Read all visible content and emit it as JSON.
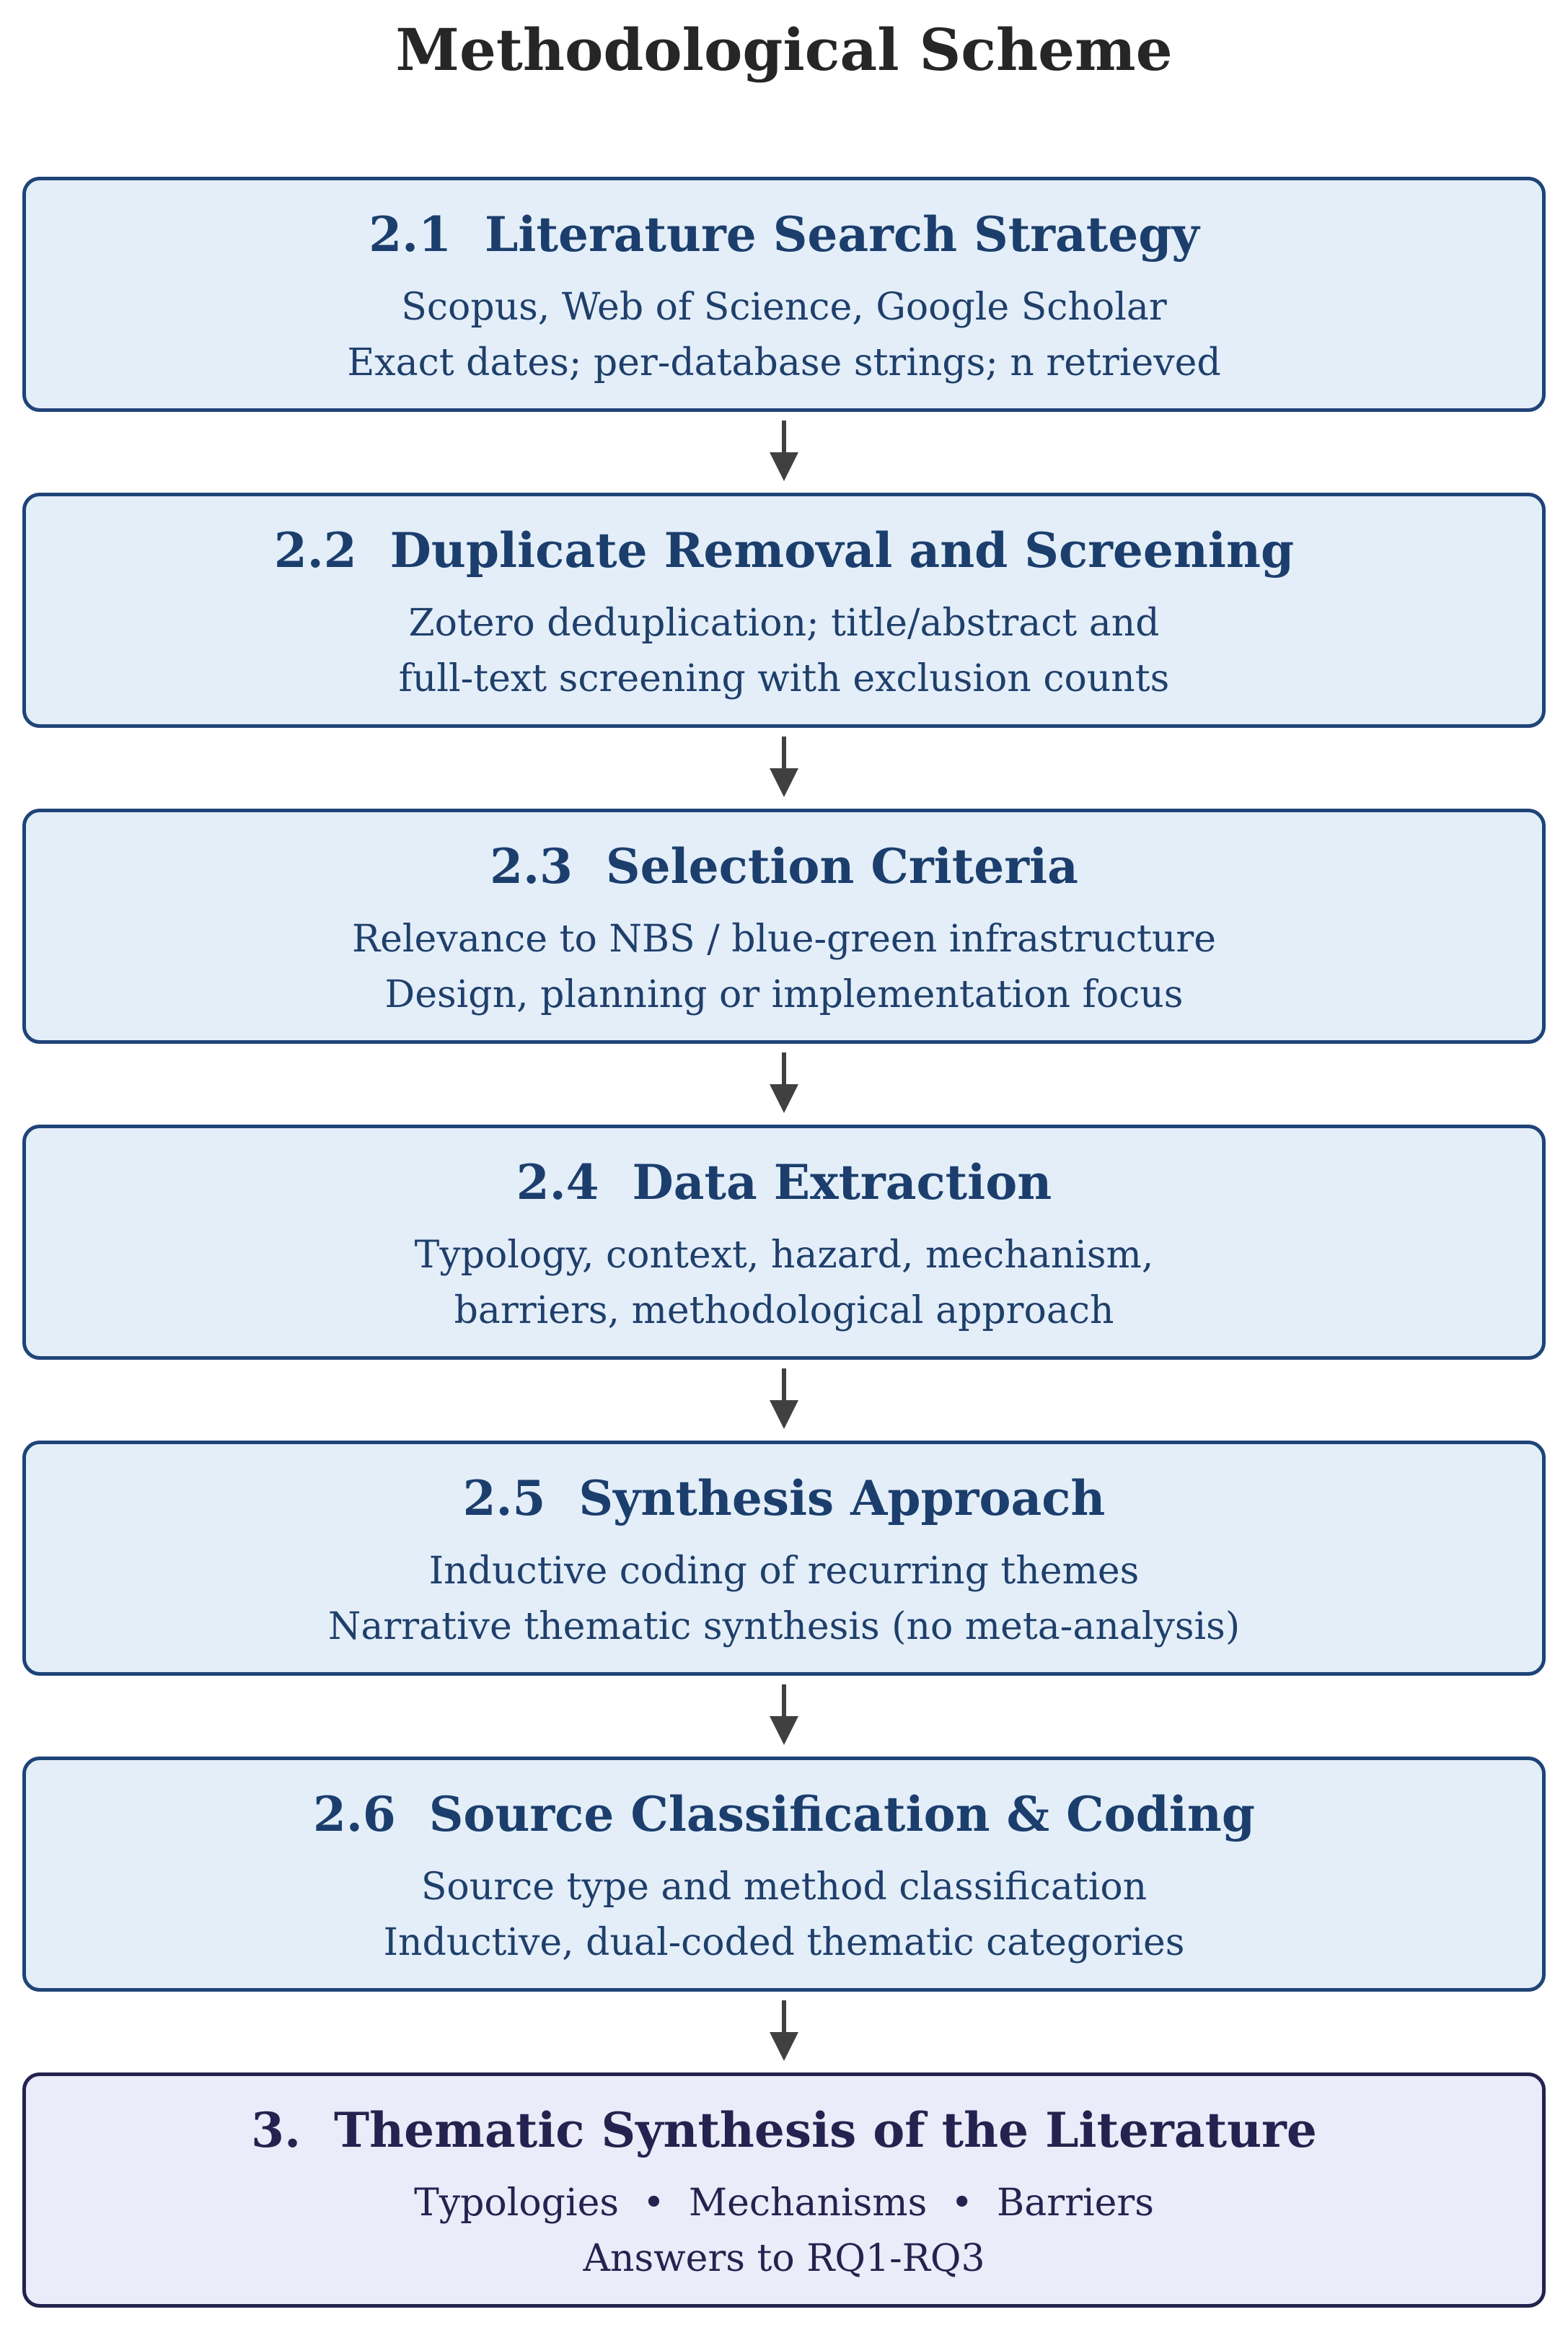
{
  "title": "Methodological Scheme",
  "steps": [
    {
      "heading": "2.1  Literature Search Strategy",
      "line1": "Scopus, Web of Science, Google Scholar",
      "line2": "Exact dates; per-database strings; n retrieved"
    },
    {
      "heading": "2.2  Duplicate Removal and Screening",
      "line1": "Zotero deduplication; title/abstract and",
      "line2": "full-text screening with exclusion counts"
    },
    {
      "heading": "2.3  Selection Criteria",
      "line1": "Relevance to NBS / blue-green infrastructure",
      "line2": "Design, planning or implementation focus"
    },
    {
      "heading": "2.4  Data Extraction",
      "line1": "Typology, context, hazard, mechanism,",
      "line2": "barriers, methodological approach"
    },
    {
      "heading": "2.5  Synthesis Approach",
      "line1": "Inductive coding of recurring themes",
      "line2": "Narrative thematic synthesis (no meta-analysis)"
    },
    {
      "heading": "2.6  Source Classification & Coding",
      "line1": "Source type and method classification",
      "line2": "Inductive, dual-coded thematic categories"
    },
    {
      "heading": "3.  Thematic Synthesis of the Literature",
      "line1": "Typologies  •  Mechanisms  •  Barriers",
      "line2": "Answers to RQ1-RQ3"
    }
  ],
  "colors": {
    "step_fill": "#e3eef9",
    "step_border": "#1f4478",
    "step_text": "#1b3e6d",
    "final_fill": "#ebebf9",
    "final_border": "#24234f",
    "arrow": "#404040"
  }
}
